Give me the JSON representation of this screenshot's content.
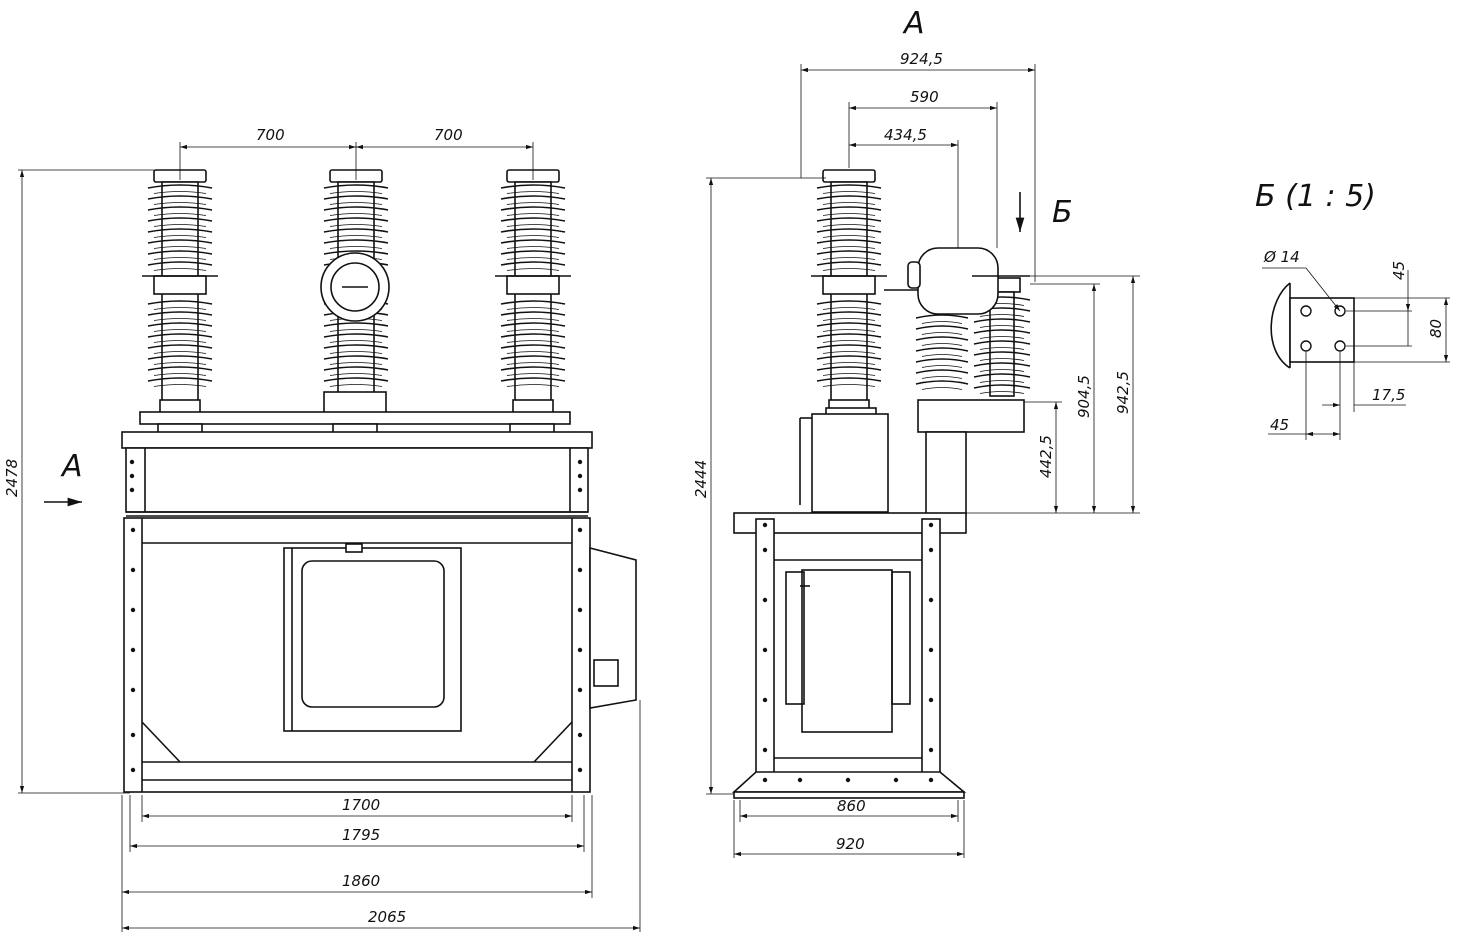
{
  "front_view": {
    "dims": {
      "pitch_left": "700",
      "pitch_right": "700",
      "height": "2478",
      "frame_1700": "1700",
      "frame_1795": "1795",
      "frame_1860": "1860",
      "overall_2065": "2065"
    },
    "view_marker": "А"
  },
  "side_view": {
    "title": "А",
    "dims": {
      "d924": "924,5",
      "d590": "590",
      "d434": "434,5",
      "height": "2444",
      "d442": "442,5",
      "d904": "904,5",
      "d942": "942,5",
      "base_860": "860",
      "base_920": "920"
    },
    "section_marker": "Б"
  },
  "detail": {
    "title": "Б  (1 : 5)",
    "dims": {
      "hole": "Ø 14",
      "v45": "45",
      "v80": "80",
      "h17": "17,5",
      "h45": "45"
    }
  }
}
